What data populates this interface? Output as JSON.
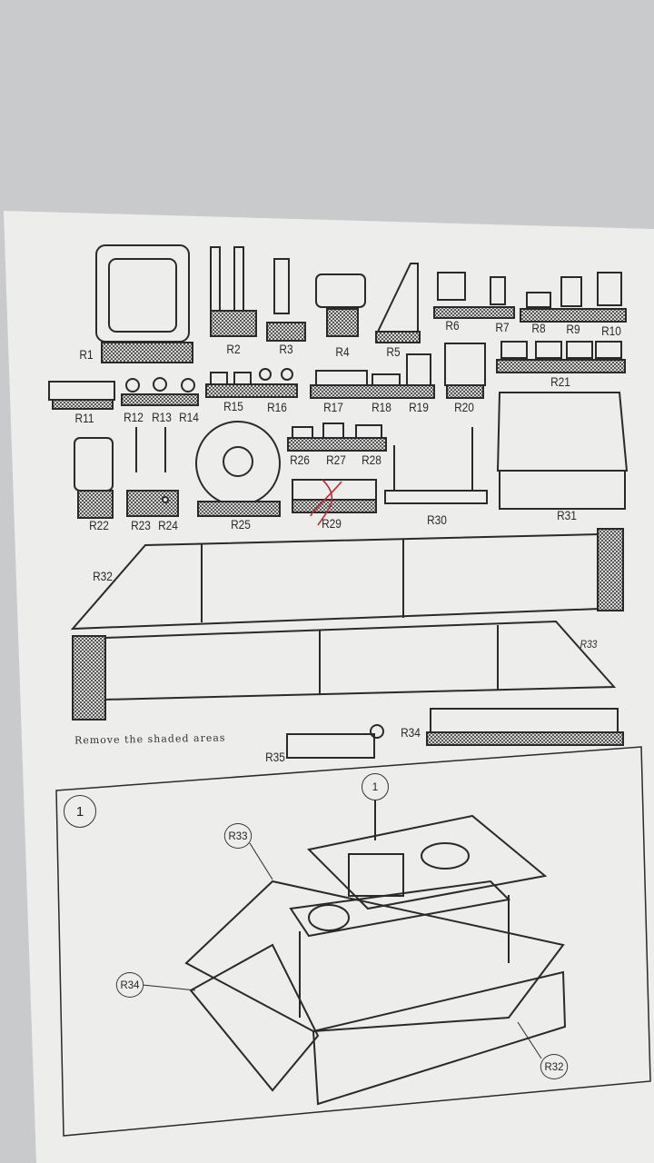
{
  "parts": {
    "R1": "R1",
    "R2": "R2",
    "R3": "R3",
    "R4": "R4",
    "R5": "R5",
    "R6": "R6",
    "R7": "R7",
    "R8": "R8",
    "R9": "R9",
    "R10": "R10",
    "R11": "R11",
    "R12": "R12",
    "R13": "R13",
    "R14": "R14",
    "R15": "R15",
    "R16": "R16",
    "R17": "R17",
    "R18": "R18",
    "R19": "R19",
    "R20": "R20",
    "R21": "R21",
    "R22": "R22",
    "R23": "R23",
    "R24": "R24",
    "R25": "R25",
    "R26": "R26",
    "R27": "R27",
    "R28": "R28",
    "R29": "R29",
    "R30": "R30",
    "R31": "R31",
    "R32": "R32",
    "R33": "R33",
    "R34": "R34",
    "R35": "R35"
  },
  "instruction_note": "Remove the shaded areas",
  "step": {
    "number": "1",
    "subassembly_callout": "1",
    "callouts": {
      "R33": "R33",
      "R34": "R34",
      "R32": "R32"
    }
  },
  "colors": {
    "paper": "#ededeb",
    "ink": "#2a2a2a",
    "background": "#c9cacc",
    "pen_mark": "#c0283a"
  }
}
